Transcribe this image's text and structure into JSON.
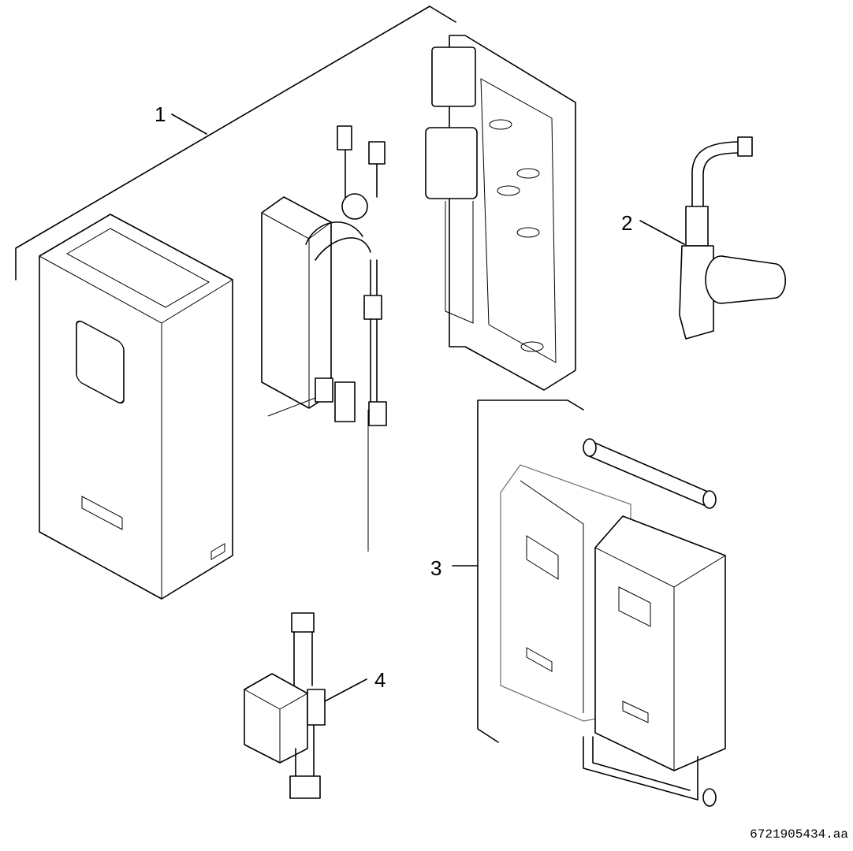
{
  "callouts": [
    {
      "label": "1"
    },
    {
      "label": "2"
    },
    {
      "label": "3"
    },
    {
      "label": "4"
    }
  ],
  "document_code": "6721905434.aa"
}
